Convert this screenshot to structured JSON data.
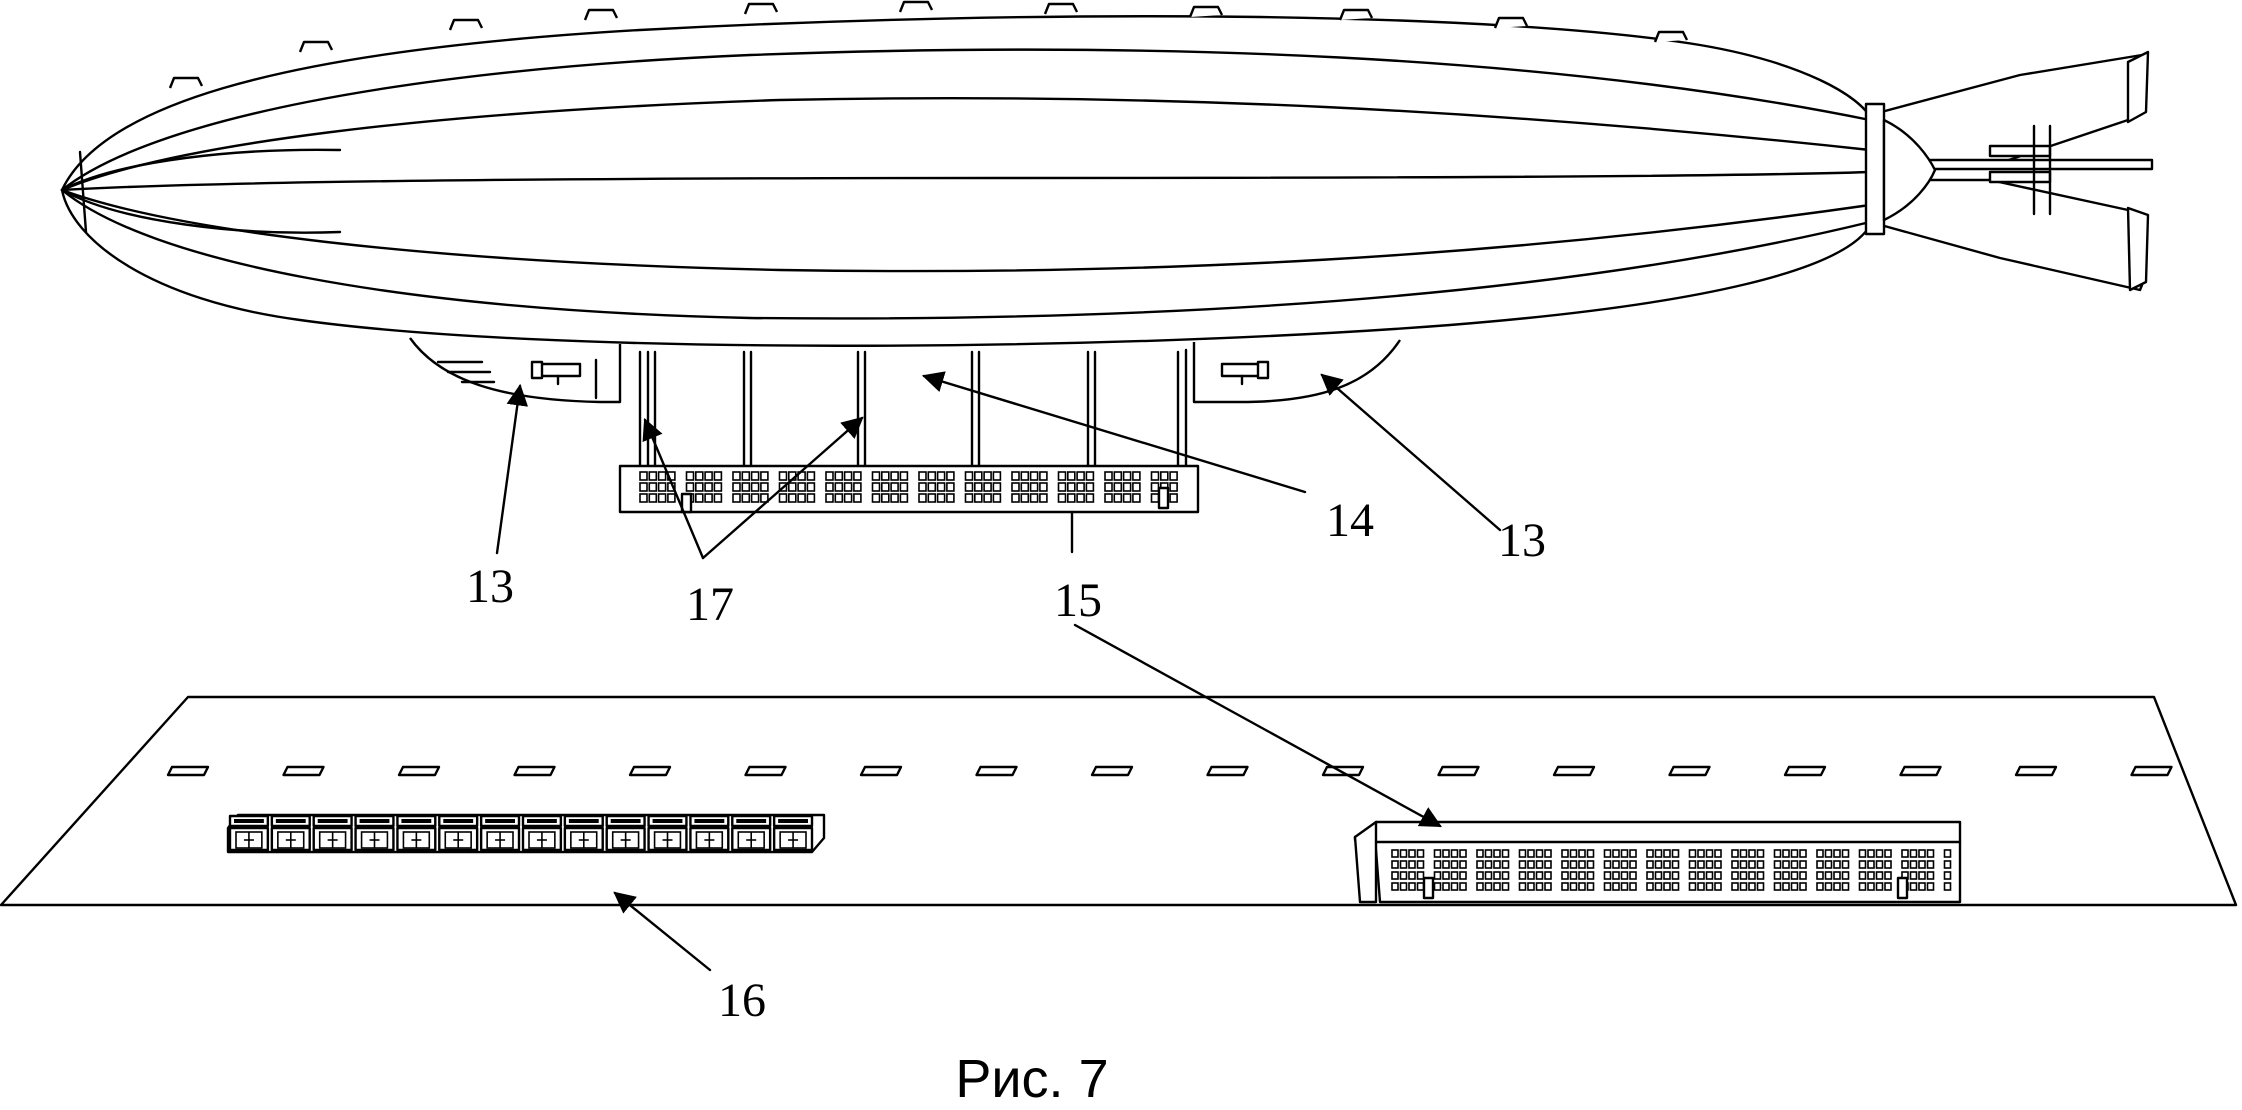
{
  "figure": {
    "caption": "Рис. 7",
    "labels": {
      "gondola_left": "13",
      "gondola_right": "13",
      "cargo_bay": "14",
      "container_module": "15",
      "ground_containers": "16",
      "bay_partitions": "17"
    }
  },
  "icons": {
    "airship": "airship-hull-icon",
    "runway": "runway-icon"
  }
}
